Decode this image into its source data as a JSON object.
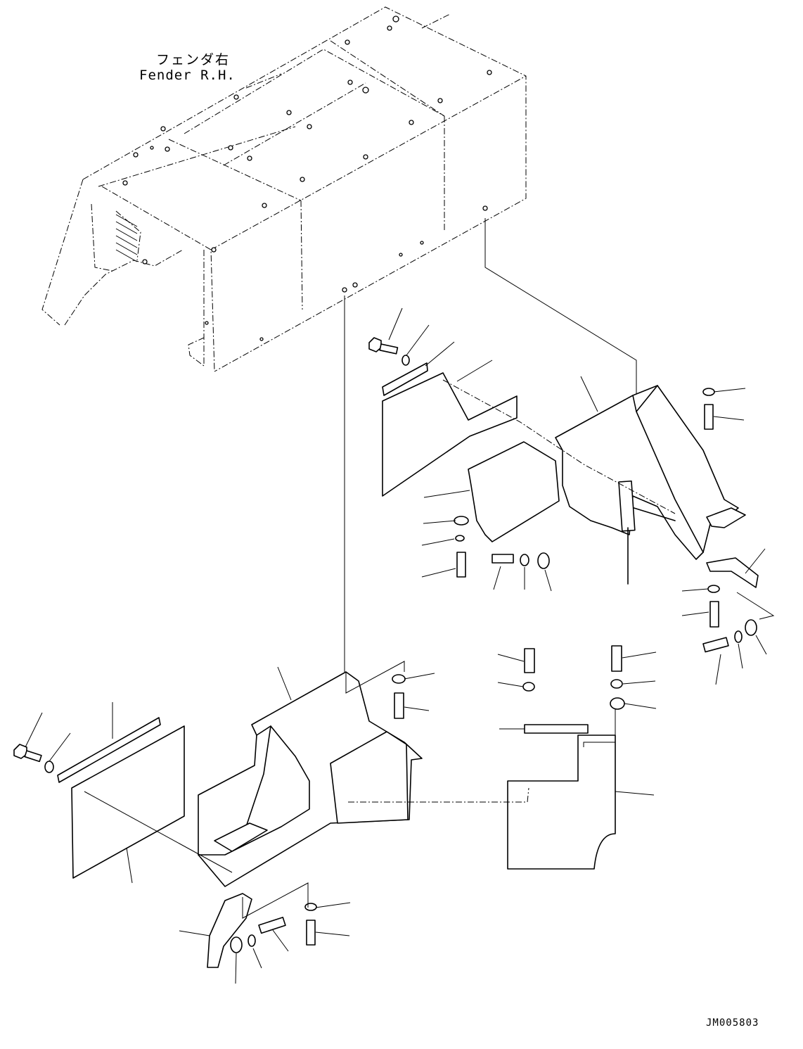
{
  "assembly": {
    "title_jp": "フェンダ右",
    "title_en": "Fender R.H."
  },
  "drawing_number": "JM005803"
}
